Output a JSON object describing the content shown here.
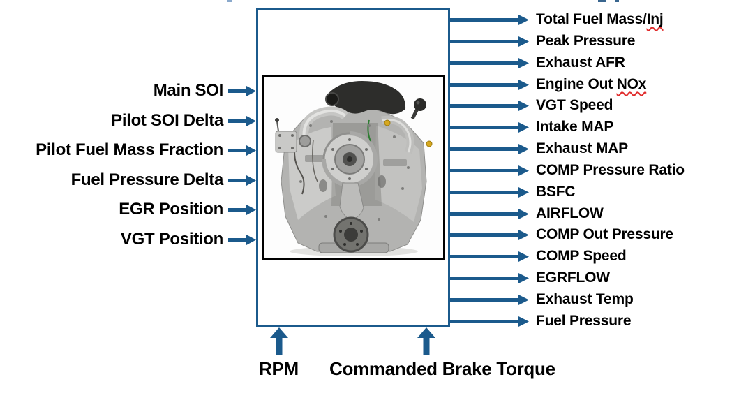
{
  "diagram_title": "",
  "colors": {
    "accent_blue": "#1b5a8c",
    "label_black": "#000000",
    "photo_border_black": "#000000",
    "spellcheck_red": "#e02b2b",
    "title_fragment_blue": "#39668f"
  },
  "center_image": {
    "name": "diesel-engine-photo",
    "description": "Front view photo of a silver V8 diesel engine with black intake duct and central turbocharger"
  },
  "inputs_left": [
    {
      "label": "Main SOI"
    },
    {
      "label": "Pilot SOI Delta"
    },
    {
      "label": "Pilot Fuel Mass Fraction"
    },
    {
      "label": "Fuel Pressure Delta"
    },
    {
      "label": "EGR Position"
    },
    {
      "label": "VGT Position"
    }
  ],
  "inputs_bottom": [
    {
      "label": "RPM"
    },
    {
      "label": "Commanded Brake Torque"
    }
  ],
  "outputs_right": [
    {
      "pre": "Total Fuel Mass/",
      "misspelled": "Inj"
    },
    {
      "pre": "Peak Pressure",
      "misspelled": ""
    },
    {
      "pre": "Exhaust AFR",
      "misspelled": ""
    },
    {
      "pre": "Engine Out ",
      "misspelled": "NOx"
    },
    {
      "pre": "VGT Speed",
      "misspelled": ""
    },
    {
      "pre": "Intake MAP",
      "misspelled": ""
    },
    {
      "pre": "Exhaust MAP",
      "misspelled": ""
    },
    {
      "pre": "COMP Pressure Ratio",
      "misspelled": ""
    },
    {
      "pre": "BSFC",
      "misspelled": ""
    },
    {
      "pre": "AIRFLOW",
      "misspelled": ""
    },
    {
      "pre": "COMP Out Pressure",
      "misspelled": ""
    },
    {
      "pre": "COMP Speed",
      "misspelled": ""
    },
    {
      "pre": "EGRFLOW",
      "misspelled": ""
    },
    {
      "pre": "Exhaust Temp",
      "misspelled": ""
    },
    {
      "pre": "Fuel Pressure",
      "misspelled": ""
    }
  ]
}
